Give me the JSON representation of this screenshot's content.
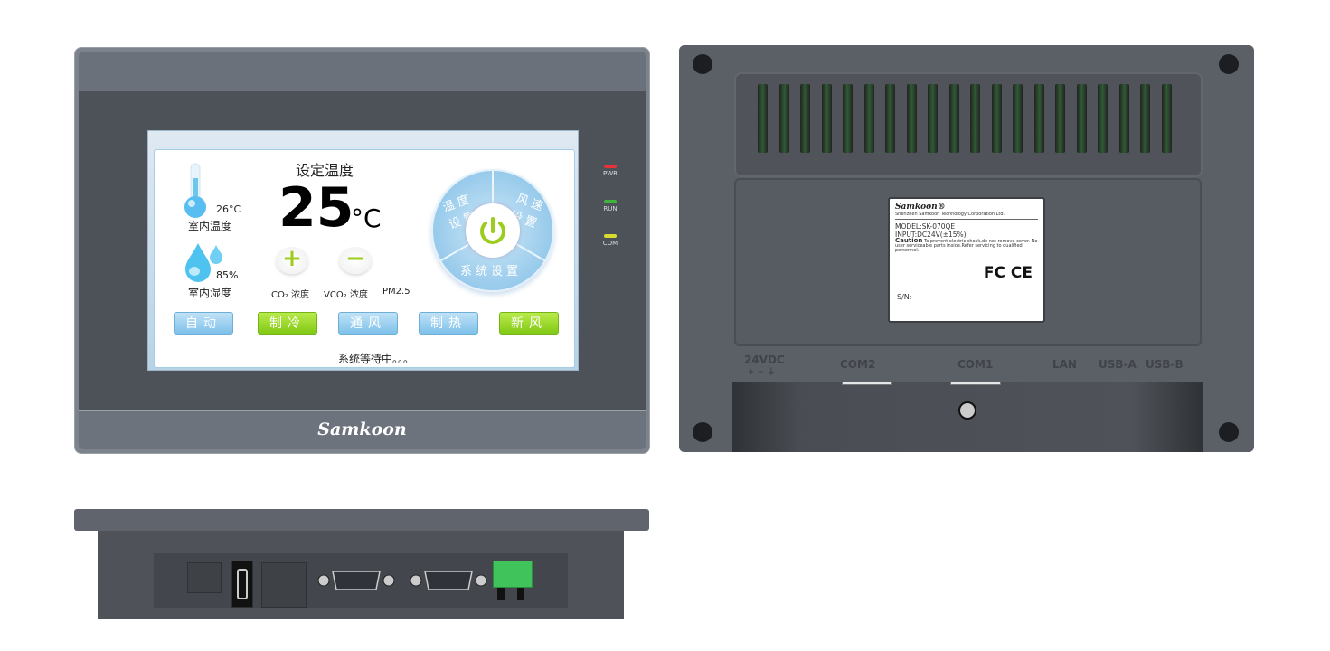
{
  "front_panel": {
    "brand_logo": "Samkoon",
    "leds": [
      {
        "label": "PWR",
        "color": "#e8323a"
      },
      {
        "label": "RUN",
        "color": "#3fb33c"
      },
      {
        "label": "COM",
        "color": "#d9dc2e"
      }
    ],
    "screen": {
      "indoor_temp": {
        "value": "26°C",
        "label": "室内温度"
      },
      "indoor_humidity": {
        "value": "85%",
        "label": "室内湿度"
      },
      "set_temp_title": "设定温度",
      "set_temp_value": "25",
      "set_temp_unit": "°C",
      "increase": "+",
      "decrease": "−",
      "sensors": [
        "CO₂ 浓度",
        "VCO₂ 浓度",
        "PM2.5"
      ],
      "wheel": {
        "temp_setting": "温度设置",
        "fan_setting": "风速设置",
        "system_setting": "系统设置",
        "power_icon": "power-icon",
        "power_color": "#9ccd1e"
      },
      "modes": [
        {
          "label": "自动",
          "color": "blue"
        },
        {
          "label": "制冷",
          "color": "green"
        },
        {
          "label": "通风",
          "color": "blue"
        },
        {
          "label": "制热",
          "color": "blue"
        },
        {
          "label": "新风",
          "color": "green"
        }
      ],
      "status": "系统等待中。。。"
    }
  },
  "rear_panel": {
    "label": {
      "brand": "Samkoon®",
      "company": "Shenzhen Samkoon Technology Corporation Ltd.",
      "model": "MODEL:SK-070QE",
      "input": "INPUT:DC24V(±15%)",
      "caution_title": "Caution",
      "caution_text": "To prevent electric shock,do not remove cover. No user serviceable parts inside.Refer servicing to qualified personnel.",
      "certs": "FC CE",
      "serial": "S/N:"
    },
    "ports": {
      "power": "24VDC",
      "power_sub": "+  − ⏚",
      "com2": "COM2",
      "com1": "COM1",
      "lan": "LAN",
      "usb_a": "USB-A",
      "usb_b": "USB-B"
    }
  }
}
